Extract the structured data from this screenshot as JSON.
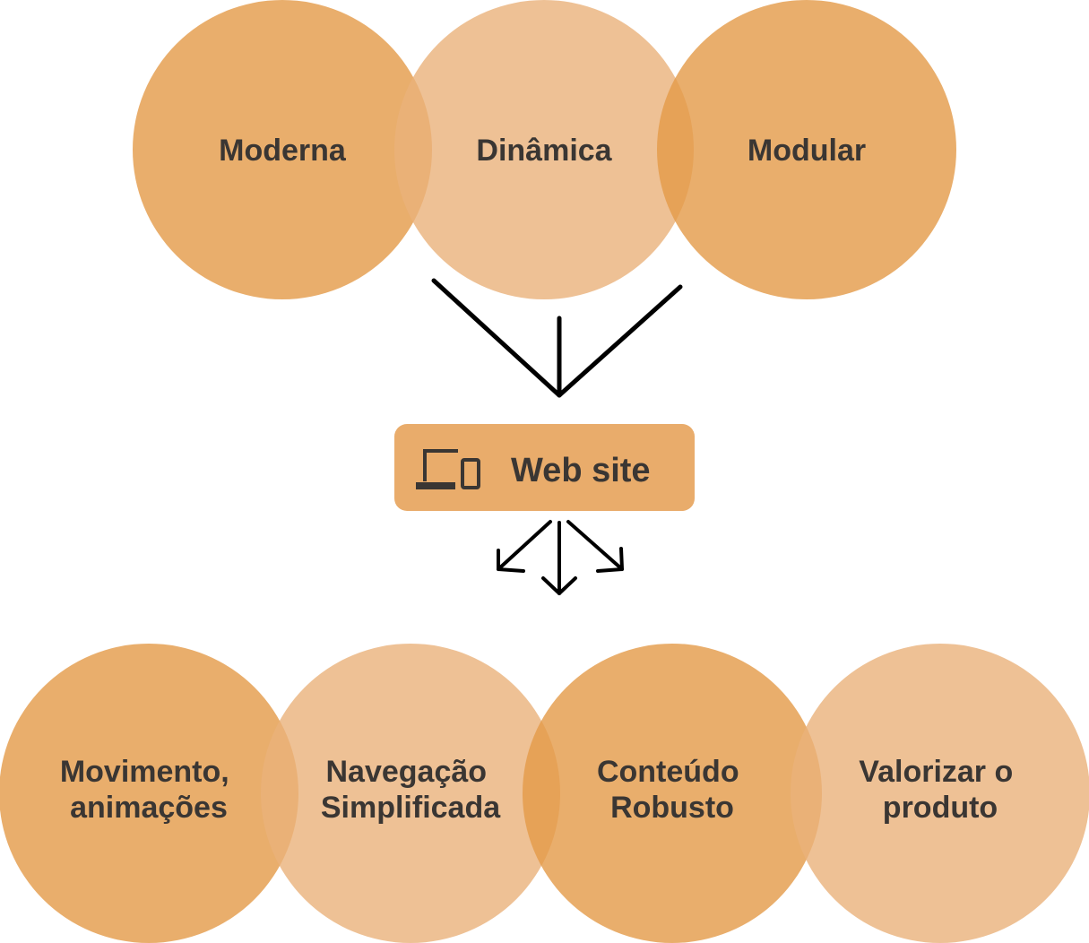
{
  "colors": {
    "dark_fill": "#e49a47",
    "light_fill": "#eab27a",
    "box_fill": "#e9ac6b",
    "text": "#3a3633",
    "arrow": "#000000"
  },
  "top_circles": [
    {
      "label": "Moderna",
      "tone": "dark"
    },
    {
      "label": "Dinâmica",
      "tone": "light"
    },
    {
      "label": "Modular",
      "tone": "dark"
    }
  ],
  "hub": {
    "label": "Web site",
    "icon": "devices-icon"
  },
  "bottom_circles": [
    {
      "lines": [
        "Movimento,",
        "animações"
      ],
      "tone": "dark"
    },
    {
      "lines": [
        "Navegação",
        "Simplificada"
      ],
      "tone": "light"
    },
    {
      "lines": [
        "Conteúdo",
        "Robusto"
      ],
      "tone": "dark"
    },
    {
      "lines": [
        "Valorizar o",
        "produto"
      ],
      "tone": "light"
    }
  ]
}
